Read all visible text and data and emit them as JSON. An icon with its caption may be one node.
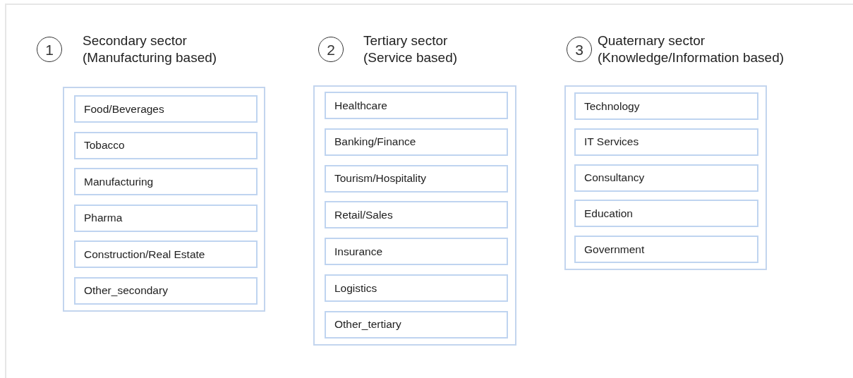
{
  "diagram": {
    "nodes": [
      {
        "text": [
          "1"
        ],
        "beside": [
          "Secondary sector (Manufacturing based)"
        ]
      },
      {
        "text": [],
        "shape": "box"
      },
      {
        "text": [
          "Food/Beverages"
        ],
        "in": 1
      },
      {
        "text": [
          "Tobacco"
        ],
        "in": 1
      },
      {
        "text": [
          "Manufacturing"
        ],
        "in": 1
      },
      {
        "text": [
          "Pharma"
        ],
        "in": 1
      },
      {
        "text": [
          "Construction/Real Estate"
        ],
        "in": 1
      },
      {
        "text": [
          "Other_secondary"
        ],
        "in": 1
      },
      {
        "text": [
          "2"
        ],
        "beside": [
          "Tertiary sector (Service based)"
        ]
      },
      {
        "text": [],
        "shape": "box"
      },
      {
        "text": [
          "Healthcare"
        ],
        "in": 9
      },
      {
        "text": [
          "Banking/Finance"
        ],
        "in": 9
      },
      {
        "text": [
          "Tourism/Hospitality"
        ],
        "in": 9
      },
      {
        "text": [
          "Retail/Sales"
        ],
        "in": 9
      },
      {
        "text": [
          "Insurance"
        ],
        "in": 9
      },
      {
        "text": [
          "Logistics"
        ],
        "in": 9
      },
      {
        "text": [
          "Other_tertiary"
        ],
        "in": 9
      },
      {
        "text": [
          "3"
        ],
        "beside": [
          "Quaternary sector (Knowledge/Information based)"
        ]
      },
      {
        "text": [],
        "shape": "box"
      },
      {
        "text": [
          "Technology"
        ],
        "in": 18
      },
      {
        "text": [
          "IT Services"
        ],
        "in": 18
      },
      {
        "text": [
          "Consultancy"
        ],
        "in": 18
      },
      {
        "text": [
          "Education"
        ],
        "in": 18
      },
      {
        "text": [
          "Government"
        ],
        "in": 18
      }
    ]
  }
}
